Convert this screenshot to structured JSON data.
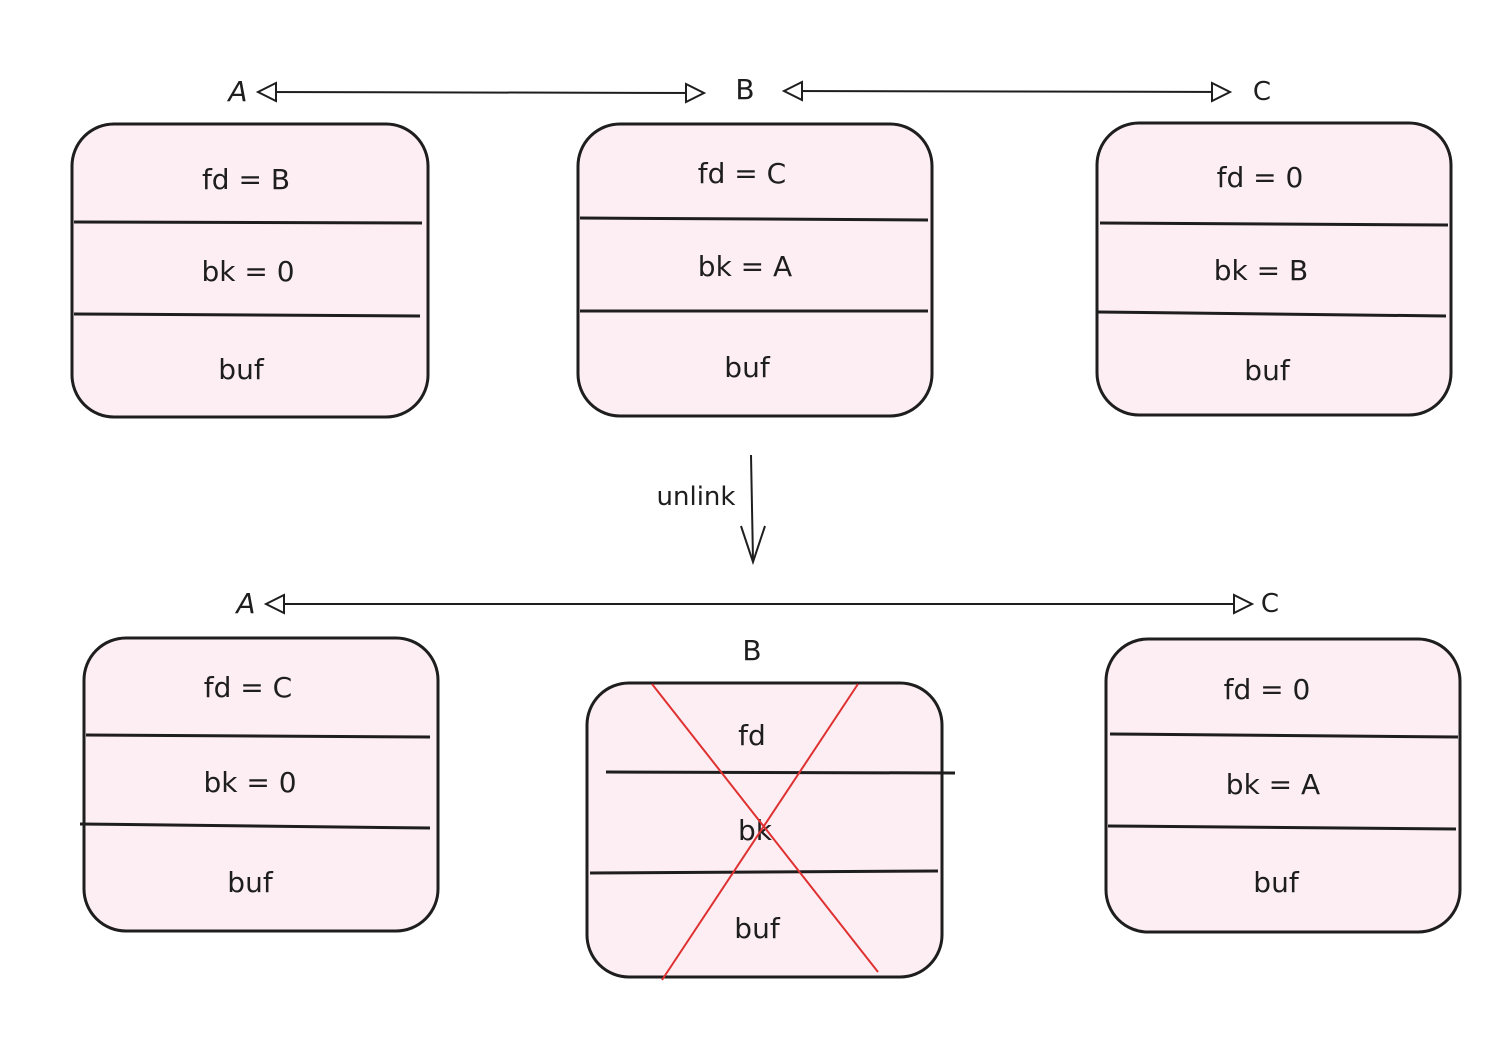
{
  "colors": {
    "box_fill": "#fdeef4",
    "stroke": "#1e1e1e",
    "cross": "#e03131",
    "background": "#ffffff"
  },
  "top_row": {
    "nodes": [
      {
        "name": "A",
        "fields": [
          "fd = B",
          "bk = 0",
          "buf"
        ]
      },
      {
        "name": "B",
        "fields": [
          "fd = C",
          "bk = A",
          "buf"
        ]
      },
      {
        "name": "C",
        "fields": [
          "fd = 0",
          "bk = B",
          "buf"
        ]
      }
    ]
  },
  "transition": {
    "label": "unlink"
  },
  "bottom_row": {
    "nodes": [
      {
        "name": "A",
        "fields": [
          "fd = C",
          "bk = 0",
          "buf"
        ]
      },
      {
        "name": "B",
        "fields": [
          "fd",
          "bk",
          "buf"
        ],
        "removed": true
      },
      {
        "name": "C",
        "fields": [
          "fd = 0",
          "bk = A",
          "buf"
        ]
      }
    ]
  }
}
